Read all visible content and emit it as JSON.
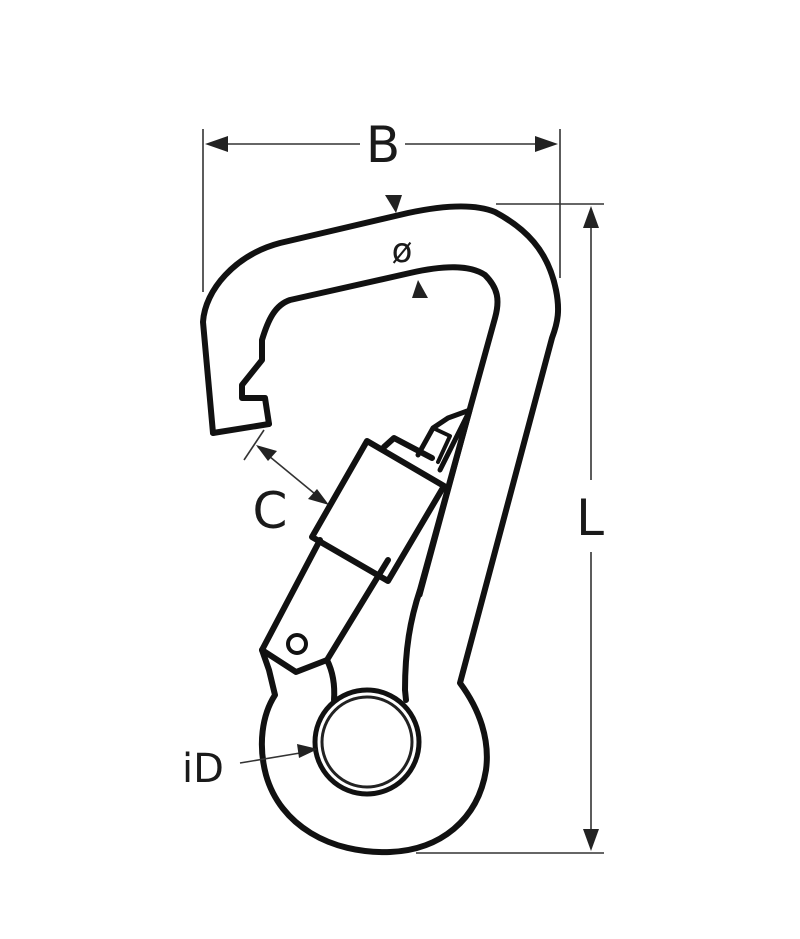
{
  "diagram": {
    "subject": "Snap hook / carabiner with spring gate and swivel eye",
    "labels": {
      "width": "B",
      "wire_diameter": "ø",
      "gate_opening": "C",
      "length": "L",
      "inner_diameter": "iD"
    },
    "colors": {
      "outline": "#111111",
      "dimension_lines": "#333333",
      "background": "#ffffff"
    }
  }
}
